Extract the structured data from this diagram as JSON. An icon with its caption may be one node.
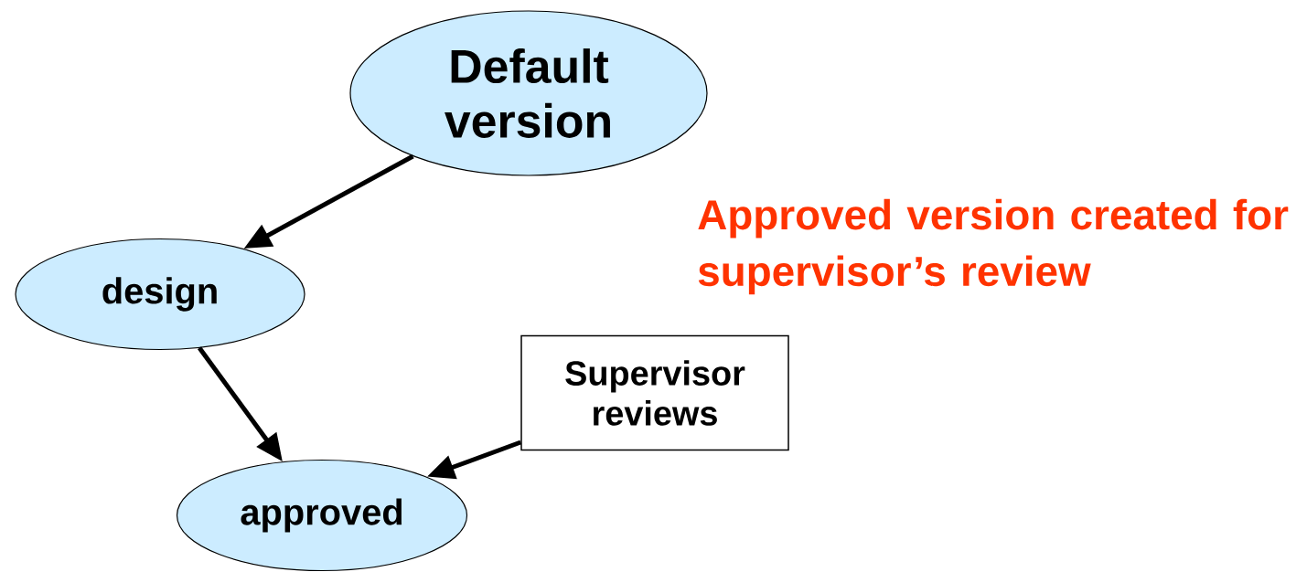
{
  "diagram": {
    "nodes": [
      {
        "text": [
          "Default version"
        ]
      },
      {
        "text": [
          "design"
        ]
      },
      {
        "text": [
          "approved"
        ]
      },
      {
        "text": [
          "Supervisor reviews"
        ]
      }
    ],
    "edges": [
      {
        "from": 0,
        "to": 1,
        "arrow": "to"
      },
      {
        "from": 1,
        "to": 2,
        "arrow": "to"
      },
      {
        "from": 3,
        "to": 2,
        "arrow": "to"
      }
    ],
    "labels": [
      "Approved version created for supervisor’s review"
    ]
  }
}
